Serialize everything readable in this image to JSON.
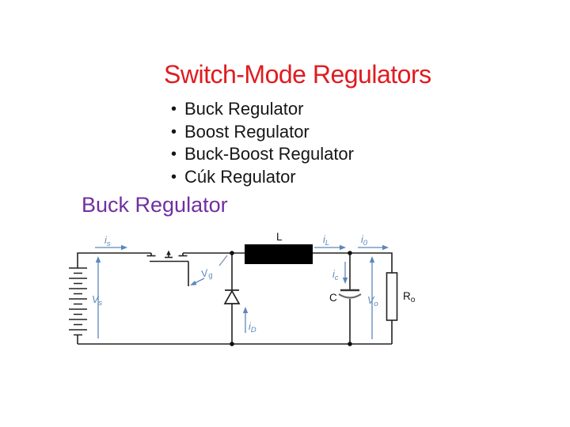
{
  "slide": {
    "title": "Switch-Mode Regulators",
    "bullets": [
      "Buck Regulator",
      "Boost Regulator",
      "Buck-Boost Regulator",
      "Cúk Regulator"
    ],
    "section_heading": "Buck Regulator"
  },
  "colors": {
    "title_red": "#e01b20",
    "heading_purple": "#7030a0",
    "body_text": "#161616",
    "annotation_blue": "#5b87ba",
    "wire": "#222222"
  },
  "circuit": {
    "labels": {
      "inductor": "L",
      "capacitor": "C",
      "resistor": {
        "main": "R",
        "sub": "o"
      },
      "source_current": {
        "main": "i",
        "sub": "s"
      },
      "source_voltage": {
        "main": "V",
        "sub": "s"
      },
      "gate_voltage": {
        "main": "V",
        "sub": "g"
      },
      "diode_current": {
        "main": "i",
        "sub": "D"
      },
      "inductor_current": {
        "main": "i",
        "sub": "L"
      },
      "capacitor_current": {
        "main": "i",
        "sub": "c"
      },
      "output_current": {
        "main": "i",
        "sub": "0"
      },
      "output_voltage": {
        "main": "V",
        "sub": "o"
      }
    }
  }
}
